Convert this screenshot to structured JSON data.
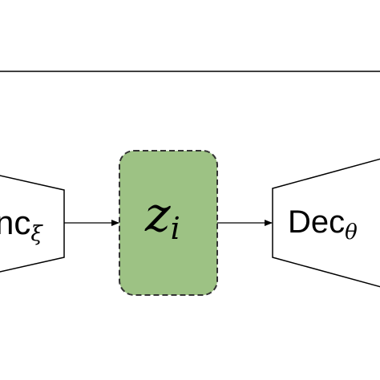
{
  "encoder": {
    "label": "nc",
    "subscript": "ξ"
  },
  "latent": {
    "symbol": "z",
    "subscript": "i",
    "fill_color": "#9dc284",
    "stroke_color": "#333333",
    "border_style": "dashed"
  },
  "decoder": {
    "label": "Dec",
    "subscript": "θ"
  },
  "colors": {
    "line": "#000000",
    "background": "#ffffff"
  }
}
